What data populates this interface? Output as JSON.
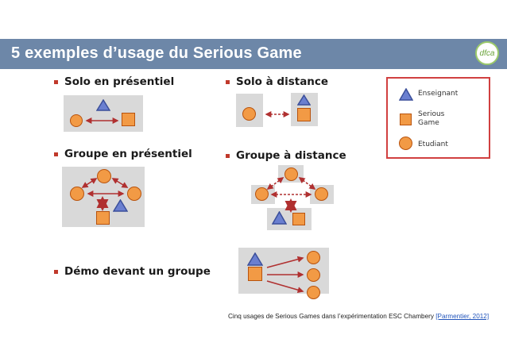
{
  "header": {
    "title": "5 exemples d’usage du Serious Game",
    "logo_text": "dfca"
  },
  "sections": {
    "solo_presentiel": "Solo en présentiel",
    "solo_distance": "Solo à distance",
    "groupe_presentiel": "Groupe en présentiel",
    "groupe_distance": "Groupe à distance",
    "demo_groupe": "Démo devant un groupe"
  },
  "legend": {
    "enseignant": "Enseignant",
    "serious_game_line1": "Serious",
    "serious_game_line2": "Game",
    "etudiant": "Etudiant"
  },
  "caption": {
    "text": "Cinq usages de Serious Games dans l’expérimentation ESC Chambery ",
    "link": "[Parmentier, 2012]"
  },
  "colors": {
    "header_bg": "#6d87a8",
    "shape_fill": "#f29a45",
    "arrow": "#b03030",
    "teacher": "#6a7fd0",
    "bullet": "#c0392b"
  },
  "icons": {
    "teacher": "blue-triangle",
    "game": "orange-square",
    "student": "orange-circle"
  }
}
